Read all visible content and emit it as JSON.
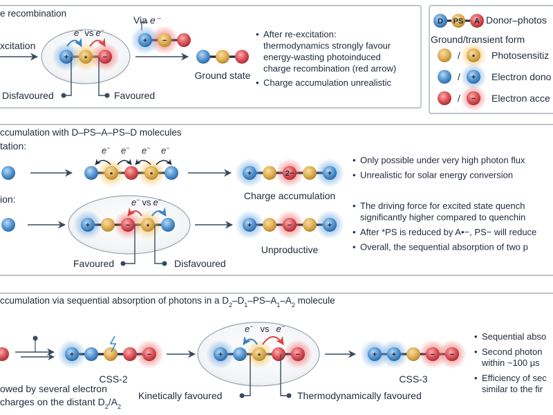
{
  "legend": {
    "molecule_row": {
      "d": "D",
      "ps": "PS",
      "a": "A",
      "label": "Donor–photos"
    },
    "heading": "Ground/transient form",
    "rows": [
      {
        "label": "Photosensitiz",
        "sep": "/",
        "symbol": "*"
      },
      {
        "label": "Electron dono",
        "sep": "/",
        "symbol": "+"
      },
      {
        "label": "Electron acce",
        "sep": "/",
        "symbol": "−"
      }
    ]
  },
  "panel_a": {
    "title": "e recombination",
    "left_label": "xcitation",
    "via_label": "Via",
    "via_electron": "e⁻",
    "evs": {
      "e1": "e",
      "vs": "vs",
      "e2": "e"
    },
    "disfavoured": "Disfavoured",
    "favoured": "Favoured",
    "ground_state": "Ground state",
    "notes": [
      [
        "After re-excitation:",
        "thermodynamics strongly favour",
        "energy-wasting photoinduced",
        "charge recombination (red arrow)"
      ],
      [
        "Charge accumulation unrealistic"
      ]
    ],
    "symbols": {
      "plus": "+",
      "minus": "−",
      "star": "*"
    }
  },
  "panel_b": {
    "title": "ccumulation with D–PS–A–PS–D molecules",
    "sub1": "tation:",
    "sub2": "ion:",
    "electrons": [
      "e",
      "e",
      "e",
      "e"
    ],
    "evs": {
      "e1": "e",
      "vs": "vs",
      "e2": "e"
    },
    "charge_label": "Charge accumulation",
    "charge_center": "2−",
    "unproductive": "Unproductive",
    "favoured": "Favoured",
    "disfavoured": "Disfavoured",
    "notes_top": [
      [
        "Only possible under very high photon flux"
      ],
      [
        "Unrealistic for solar energy conversion"
      ]
    ],
    "notes_bottom": [
      [
        "The driving force for excited state quench",
        "significantly higher compared to quenchin"
      ],
      [
        "After *PS is reduced by A•−, PS− will reduce"
      ],
      [
        "Overall, the sequential absorption of two p"
      ]
    ]
  },
  "panel_c": {
    "title_pre": "ccumulation via sequential absorption of photons in a D",
    "title_parts": [
      "2",
      "–D",
      "1",
      "–PS–A",
      "1",
      "–A",
      "2",
      " molecule"
    ],
    "css2": "CSS-2",
    "css3": "CSS-3",
    "evs": {
      "e1": "e",
      "vs": "vs",
      "e2": "e"
    },
    "kinetic": "Kinetically favoured",
    "thermo": "Thermodynamically favoured",
    "left_notes": [
      "owed by several electron",
      "charges on the distant D",
      "2",
      "/A",
      "2"
    ],
    "notes": [
      [
        "Sequential abso"
      ],
      [
        "Second photon",
        "within ~100 µs"
      ],
      [
        "Efficiency of sec",
        "similar to the fir"
      ]
    ]
  },
  "colors": {
    "donor": "#5b9bd5",
    "ps": "#e2b35a",
    "acceptor": "#e0585e",
    "plus_glow": "#6aa7e2",
    "minus_glow": "#ef6b6b",
    "arrow_blue": "#3b7fc4",
    "arrow_red": "#d64541",
    "line": "#3a4a5e",
    "frame": "#a8b0ba"
  }
}
